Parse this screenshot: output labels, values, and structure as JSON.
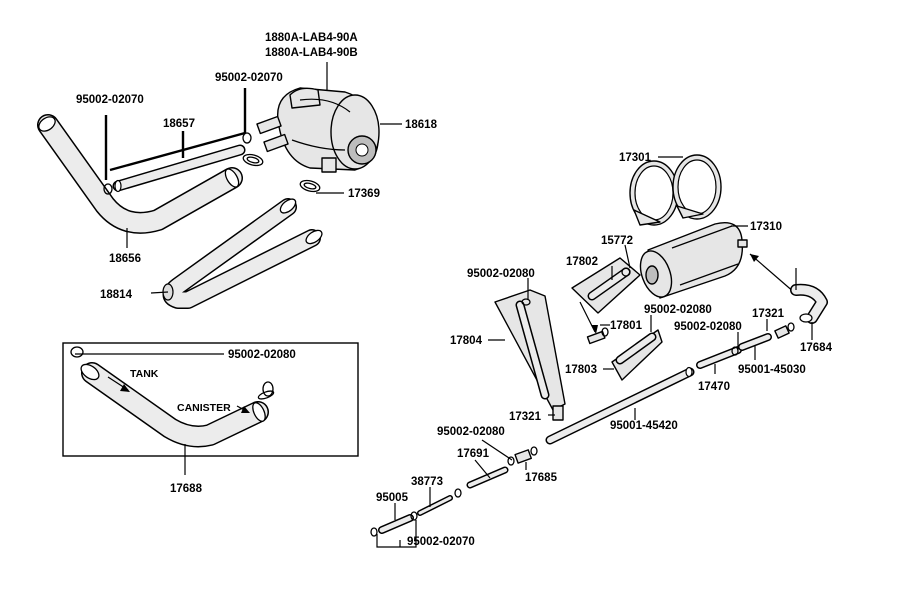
{
  "callouts": {
    "canister_a": "1880A-LAB4-90A",
    "canister_b": "1880A-LAB4-90B",
    "clamp_top_left": "95002-02070",
    "clamp_top_right": "95002-02070",
    "hose_18657": "18657",
    "canister_18618": "18618",
    "hose_18656": "18656",
    "clip_17369": "17369",
    "hose_18814": "18814",
    "inset_clamp": "95002-02080",
    "inset_tank": "TANK",
    "inset_canister": "CANISTER",
    "inset_hose": "17688",
    "bracket_17301": "17301",
    "bracket_17310": "17310",
    "pipe_15772": "15772",
    "plate_17802": "17802",
    "clamp_17804_top": "95002-02080",
    "bracket_17804": "17804",
    "clamp_17801": "95002-02080",
    "hose_17801": "17801",
    "clamp_17321_right": "17321",
    "clamp_mid_right": "95002-02080",
    "hose_17684": "17684",
    "bracket_17803": "17803",
    "hose_17470": "17470",
    "hose_45030": "95001-45030",
    "clamp_17321_lower": "17321",
    "hose_45420": "95001-45420",
    "clamp_lower": "95002-02080",
    "valve_17691": "17691",
    "fitting_17685": "17685",
    "part_38773": "38773",
    "hose_95005": "95005",
    "clamp_bottom": "95002-02070"
  }
}
